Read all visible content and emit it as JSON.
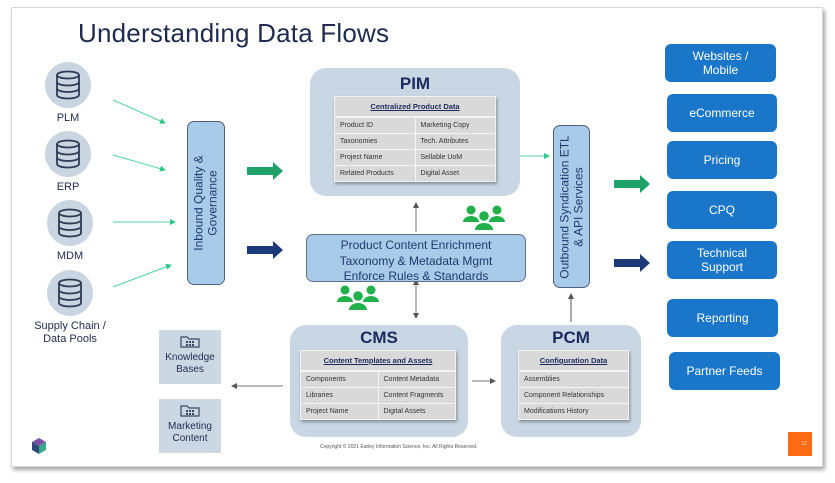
{
  "title": "Understanding Data Flows",
  "sources": [
    {
      "label": "PLM",
      "icon": "database-icon"
    },
    {
      "label": "ERP",
      "icon": "database-icon"
    },
    {
      "label": "MDM",
      "icon": "database-icon"
    },
    {
      "label": "Supply Chain / Data Pools",
      "icon": "database-icon"
    }
  ],
  "inbound": {
    "line1": "Inbound Quality &",
    "line2": "Governance"
  },
  "pim": {
    "title": "PIM",
    "table_header": "Centralized Product Data",
    "rows": [
      [
        "Product ID",
        "Marketing Copy"
      ],
      [
        "Taxonomies",
        "Tech. Attributes"
      ],
      [
        "Project Name",
        "Sellable UoM"
      ],
      [
        "Related Products",
        "Digital Asset"
      ]
    ]
  },
  "enrichment": {
    "lines": [
      "Product Content Enrichment",
      "Taxonomy & Metadata Mgmt",
      "Enforce Rules & Standards"
    ]
  },
  "cms": {
    "title": "CMS",
    "table_header": "Content Templates and Assets",
    "rows": [
      [
        "Components",
        "Content Metadata"
      ],
      [
        "Libraries",
        "Content Fragments"
      ],
      [
        "Project Name",
        "Digital Assets"
      ]
    ]
  },
  "pcm": {
    "title": "PCM",
    "table_header": "Configuration Data",
    "rows": [
      "Assemblies",
      "Component Relationships",
      "Modifications History"
    ]
  },
  "outbound": {
    "line1": "Outbound Syndication ETL",
    "line2": "& API Services"
  },
  "destinations": [
    "Websites / Mobile",
    "eCommerce",
    "Pricing",
    "CPQ",
    "Technical Support",
    "Reporting",
    "Partner Feeds"
  ],
  "repositories": [
    {
      "label": "Knowledge Bases",
      "icon": "folder-icon"
    },
    {
      "label": "Marketing Content",
      "icon": "folder-icon"
    }
  ],
  "copyright": "Copyright © 2021 Earley Information Science, Inc.  All Rights Reserved.",
  "page_number": "12",
  "colors": {
    "title": "#1f2a4f",
    "accent_box": "#a9cbea",
    "panel": "#c9d7e4",
    "destination": "#1976c8",
    "green_arrow": "#1fa268",
    "navy_arrow": "#1b3a7a",
    "people_icon": "#22b04b",
    "page_badge": "#ff6a13"
  }
}
